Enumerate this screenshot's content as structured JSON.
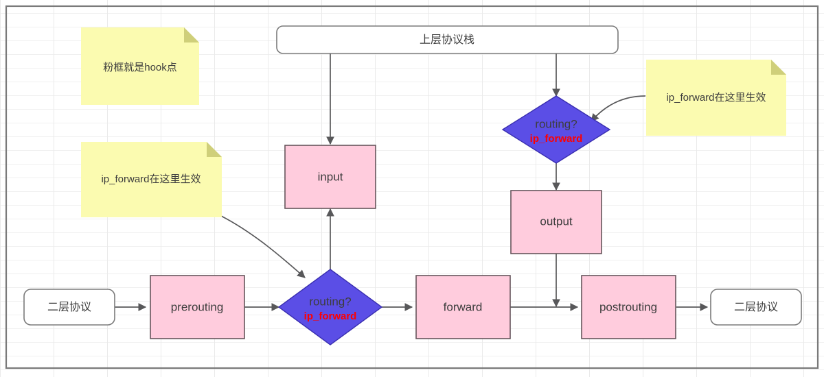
{
  "diagram": {
    "title_box": {
      "label": "上层协议栈"
    },
    "notes": [
      {
        "id": "note-hook",
        "text": "粉框就是hook点"
      },
      {
        "id": "note-ipfwd-left",
        "text": "ip_forward在这里生效"
      },
      {
        "id": "note-ipfwd-right",
        "text": "ip_forward在这里生效"
      }
    ],
    "nodes": [
      {
        "id": "l2-in",
        "label": "二层协议",
        "shape": "rounded-rect",
        "fill": "#ffffff"
      },
      {
        "id": "prerouting",
        "label": "prerouting",
        "shape": "rect",
        "fill": "#ffccdd"
      },
      {
        "id": "routing-low",
        "label": "routing?",
        "sublabel": "ip_forward",
        "shape": "diamond",
        "fill": "#5b4ee6"
      },
      {
        "id": "forward",
        "label": "forward",
        "shape": "rect",
        "fill": "#ffccdd"
      },
      {
        "id": "postrouting",
        "label": "postrouting",
        "shape": "rect",
        "fill": "#ffccdd"
      },
      {
        "id": "l2-out",
        "label": "二层协议",
        "shape": "rounded-rect",
        "fill": "#ffffff"
      },
      {
        "id": "input",
        "label": "input",
        "shape": "rect",
        "fill": "#ffccdd"
      },
      {
        "id": "routing-high",
        "label": "routing?",
        "sublabel": "ip_forward",
        "shape": "diamond",
        "fill": "#5b4ee6"
      },
      {
        "id": "output",
        "label": "output",
        "shape": "rect",
        "fill": "#ffccdd"
      }
    ],
    "colors": {
      "hook_fill": "#ffccdd",
      "hook_stroke": "#66555b",
      "diamond_fill": "#5b4ee6",
      "note_fill": "#fbfbb0",
      "note_fold": "#cfcf7a",
      "edge": "#58585a",
      "accent_red": "#ff0000"
    }
  }
}
